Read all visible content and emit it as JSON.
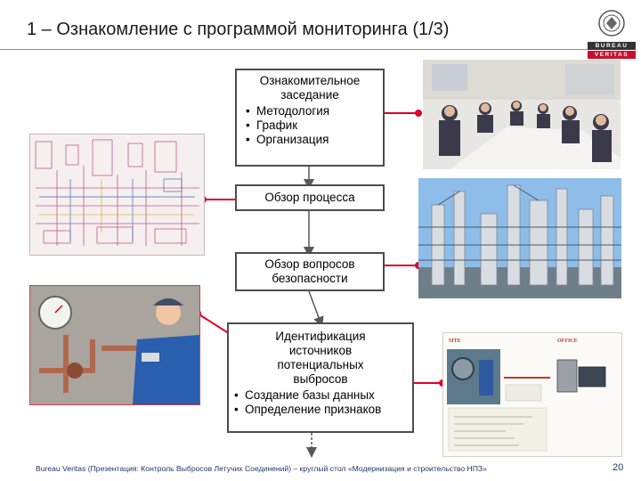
{
  "title": "1 – Ознакомление с программой мониторинга (1/3)",
  "logo": {
    "line1": "BUREAU",
    "line2": "VERITAS"
  },
  "steps": [
    {
      "heading": "Ознакомительное заседание",
      "bullets": [
        "Методология",
        "График",
        "Организация"
      ]
    },
    {
      "heading": "Обзор процесса",
      "bullets": []
    },
    {
      "heading": "Обзор вопросов безопасности",
      "bullets": []
    },
    {
      "heading": "Идентификация источников потенциальных выбросов",
      "bullets": [
        "Создание базы данных",
        "Определение признаков"
      ]
    }
  ],
  "data_flow_image": {
    "site_label": "SITE",
    "office_label": "OFFICE"
  },
  "footer": "Bureau Veritas (Презентация: Контроль Выбросов Летучих Соединений) – круглый стол «Модернизация и строительство НПЗ»",
  "page_number": "20",
  "colors": {
    "connector": "#e0002a",
    "arrow": "#595959",
    "box_border": "#4d4d4d"
  }
}
